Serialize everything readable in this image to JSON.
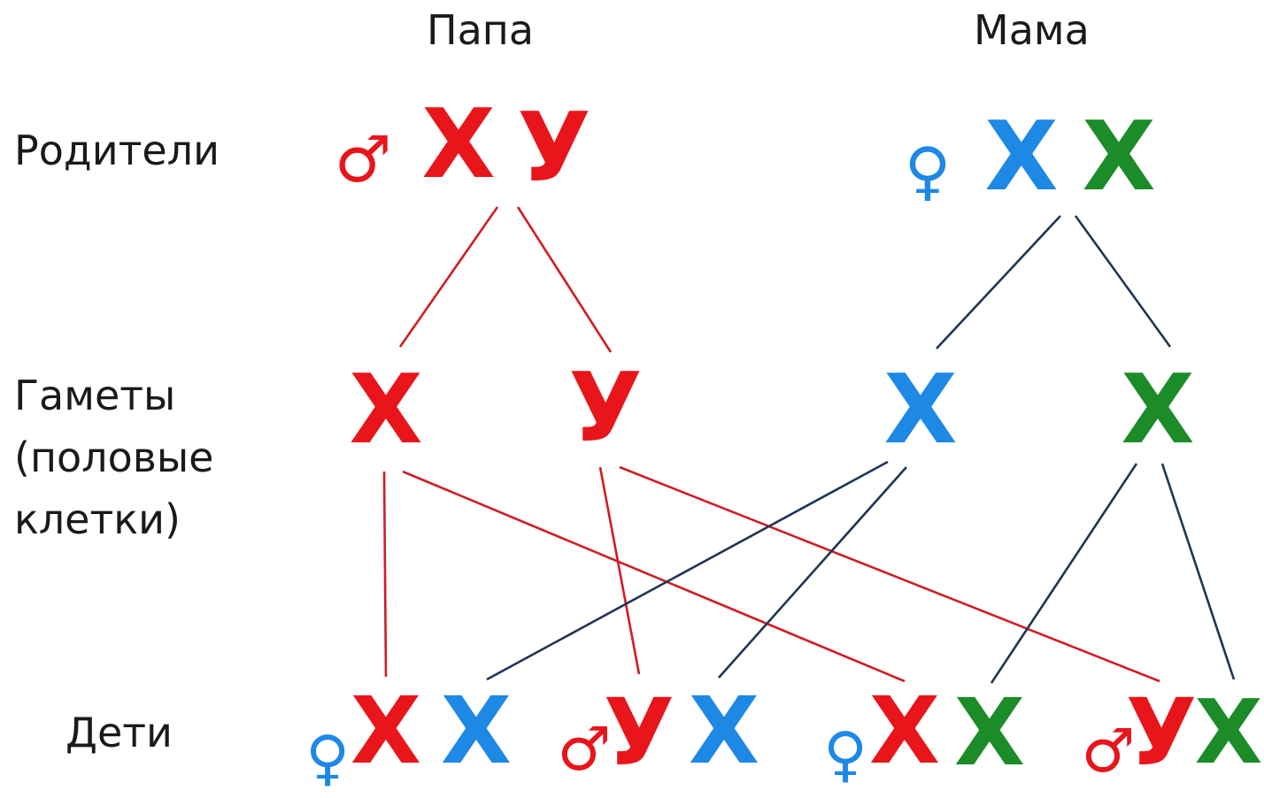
{
  "header": {
    "father": "Папа",
    "mother": "Мама"
  },
  "rows": {
    "parents": "Родители",
    "gametes": "Гаметы\n(половые\nклетки)",
    "children": "Дети"
  },
  "colors": {
    "father_x": "#e8151b",
    "mother_x1": "#1e88e5",
    "mother_x2": "#1b8c28",
    "father_lines": "#d01c24",
    "mother_lines": "#1f3554"
  },
  "chromosomes": {
    "father_x": "X",
    "father_y": "У",
    "mother_x1": "X",
    "mother_x2": "X"
  },
  "symbols": {
    "male": "♂",
    "female": "♀"
  }
}
